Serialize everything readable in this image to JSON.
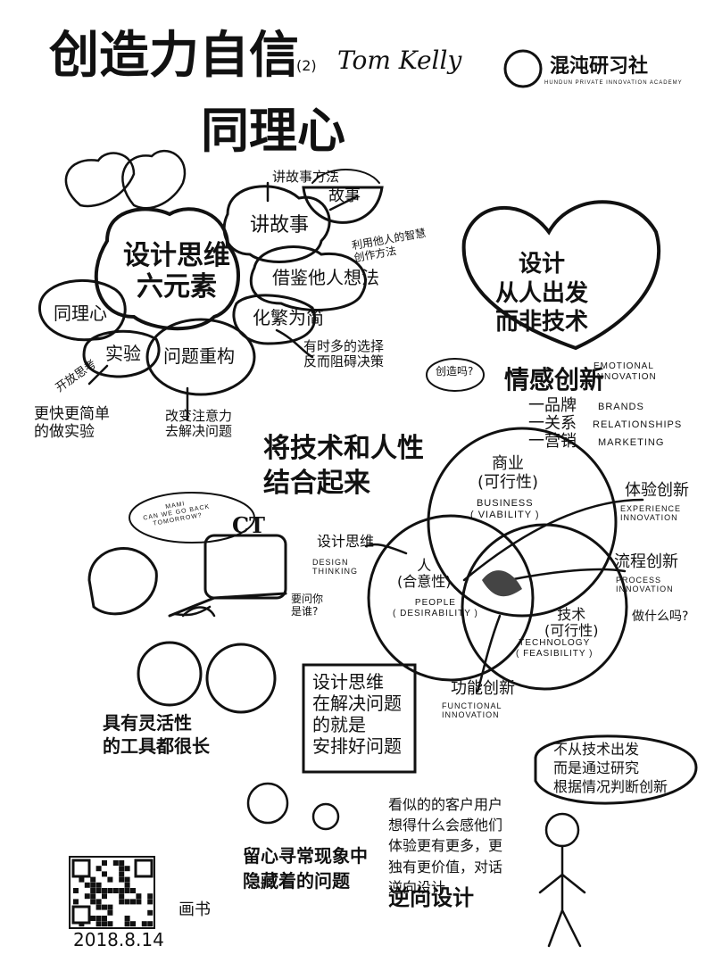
{
  "header": {
    "title": "创造力自信",
    "volume": "(2)",
    "author": "Tom Kelly",
    "subtitle": "同理心",
    "logo_text": "混沌研习社",
    "logo_subtext": "HUNDUN PRIVATE INNOVATION ACADEMY"
  },
  "elements": {
    "center_label": "设计思维\n六元素",
    "story": "讲故事",
    "story_note": "讲故事方法",
    "story_bowl": "故事",
    "borrow": "借鉴他人想法",
    "borrow_note": "利用他人的智慧\n创作方法",
    "simplify": "化繁为简",
    "simplify_note": "有时多的选择\n反而阻碍决策",
    "empathy": "同理心",
    "experiment": "实验",
    "experiment_note": "开放思考",
    "experiment_desc": "更快更简单\n的做实验",
    "reframe": "问题重构",
    "reframe_desc": "改变注意力\n去解决问题"
  },
  "heart": {
    "label": "设计\n从人出发\n而非技术"
  },
  "emotional": {
    "bubble": "创造吗?",
    "title": "情感创新",
    "title_en": "EMOTIONAL\nINNOVATION",
    "items": [
      {
        "cn": "一品牌",
        "en": "BRANDS"
      },
      {
        "cn": "一关系",
        "en": "RELATIONSHIPS"
      },
      {
        "cn": "一营销",
        "en": "MARKETING"
      }
    ]
  },
  "combine": "将技术和人性\n结合起来",
  "venn": {
    "business_cn": "商业\n(可行性)",
    "business_en": "BUSINESS\n( VIABILITY )",
    "people_cn": "人\n(合意性)",
    "people_en": "PEOPLE\n( DESIRABILITY )",
    "tech_cn": "技术\n(可行性)",
    "tech_en": "TECHNOLOGY\n( FEASIBILITY )",
    "experience": "体验创新",
    "experience_en": "EXPERIENCE\nINNOVATION",
    "process": "流程创新",
    "process_en": "PROCESS\nINNOVATION",
    "functional": "功能创新",
    "functional_en": "FUNCTIONAL\nINNOVATION",
    "design_thinking": "设计思维",
    "design_thinking_en": "DESIGN\nTHINKING",
    "whose_bubble": "要问你\n是谁?",
    "why_bubble": "做什么吗?"
  },
  "scene": {
    "ct_label": "CT",
    "mami": "MAMI\nCAN WE GO BACK\nTOMORROW?",
    "creative": "具有灵活性\n的工具都很长",
    "design_box": "设计思维\n在解决问题\n的就是\n安排好问题",
    "hidden": "留心寻常现象中\n隐藏着的问题",
    "reverse": "看似的的客户用户\n想得什么会感他们\n体验更有更多，更\n独有更价值，对话\n逆向设计",
    "reverse_last": "逆向设计",
    "speech": "不从技术出发\n而是通过研究\n根据情况判断创新"
  },
  "footer": {
    "date": "2018.8.14",
    "brand": "画书"
  }
}
